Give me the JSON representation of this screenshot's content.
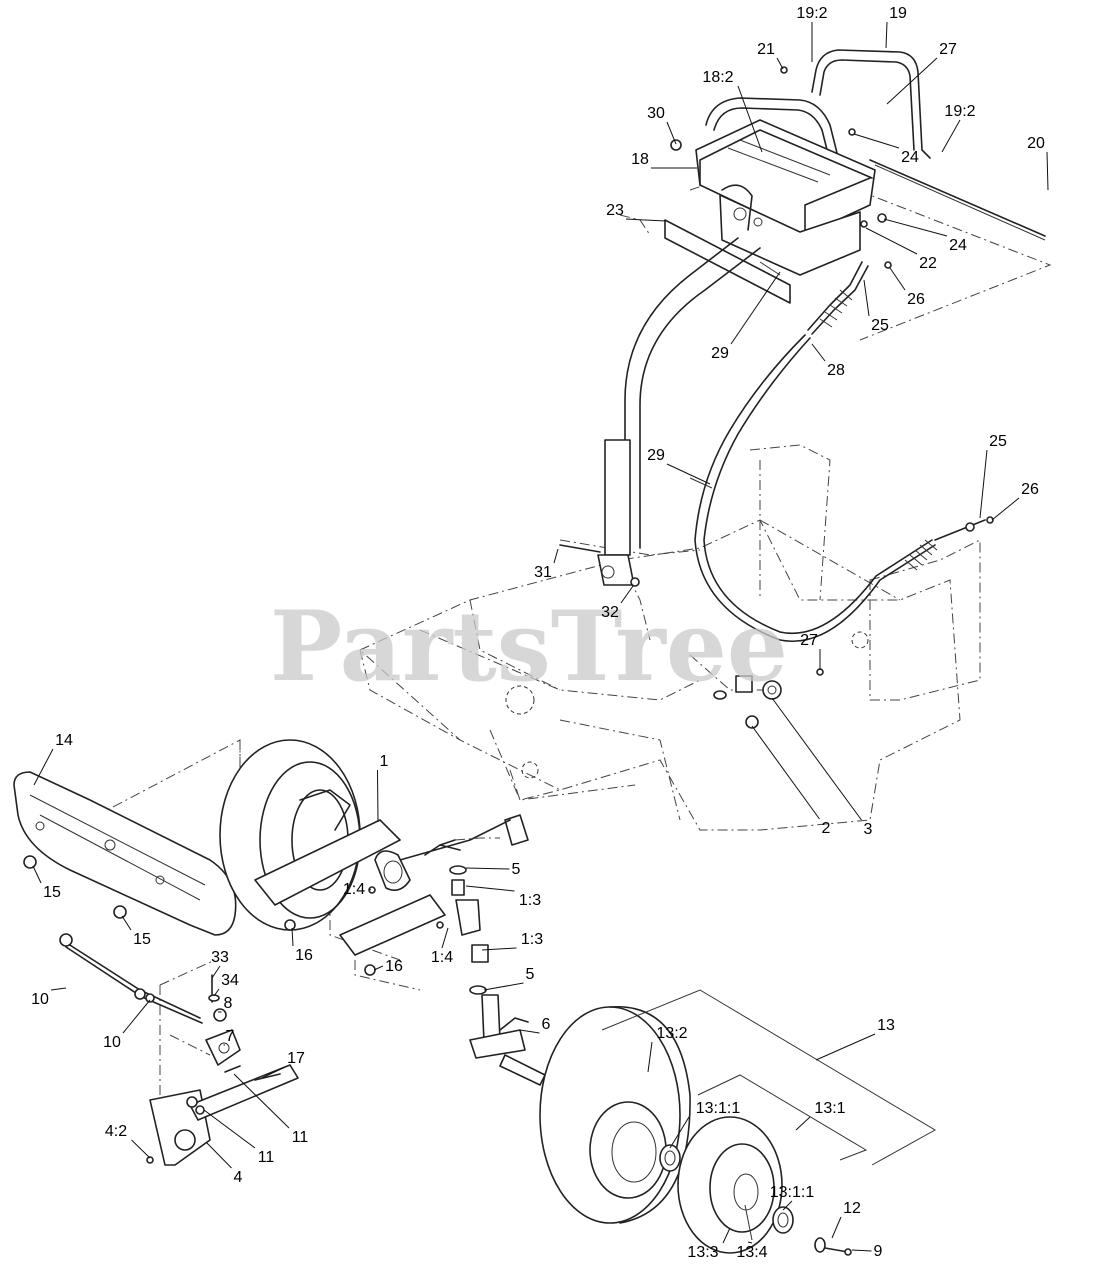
{
  "watermark": "PartsTree",
  "callouts": [
    {
      "text": "19:2"
    },
    {
      "text": "19"
    },
    {
      "text": "21"
    },
    {
      "text": "27"
    },
    {
      "text": "18:2"
    },
    {
      "text": "30"
    },
    {
      "text": "19:2"
    },
    {
      "text": "20"
    },
    {
      "text": "24"
    },
    {
      "text": "18"
    },
    {
      "text": "23"
    },
    {
      "text": "24"
    },
    {
      "text": "22"
    },
    {
      "text": "26"
    },
    {
      "text": "25"
    },
    {
      "text": "28"
    },
    {
      "text": "29"
    },
    {
      "text": "29"
    },
    {
      "text": "25"
    },
    {
      "text": "26"
    },
    {
      "text": "31"
    },
    {
      "text": "32"
    },
    {
      "text": "27"
    },
    {
      "text": "14"
    },
    {
      "text": "1"
    },
    {
      "text": "3"
    },
    {
      "text": "2"
    },
    {
      "text": "5"
    },
    {
      "text": "1:4"
    },
    {
      "text": "1:3"
    },
    {
      "text": "15"
    },
    {
      "text": "15"
    },
    {
      "text": "16"
    },
    {
      "text": "1:4"
    },
    {
      "text": "1:3"
    },
    {
      "text": "16"
    },
    {
      "text": "33"
    },
    {
      "text": "34"
    },
    {
      "text": "5"
    },
    {
      "text": "8"
    },
    {
      "text": "10"
    },
    {
      "text": "6"
    },
    {
      "text": "10"
    },
    {
      "text": "7"
    },
    {
      "text": "13"
    },
    {
      "text": "13:2"
    },
    {
      "text": "17"
    },
    {
      "text": "13:1"
    },
    {
      "text": "13:1:1"
    },
    {
      "text": "11"
    },
    {
      "text": "4:2"
    },
    {
      "text": "11"
    },
    {
      "text": "4"
    },
    {
      "text": "13:1:1"
    },
    {
      "text": "12"
    },
    {
      "text": "9"
    },
    {
      "text": "13:3"
    },
    {
      "text": "13:4"
    }
  ]
}
